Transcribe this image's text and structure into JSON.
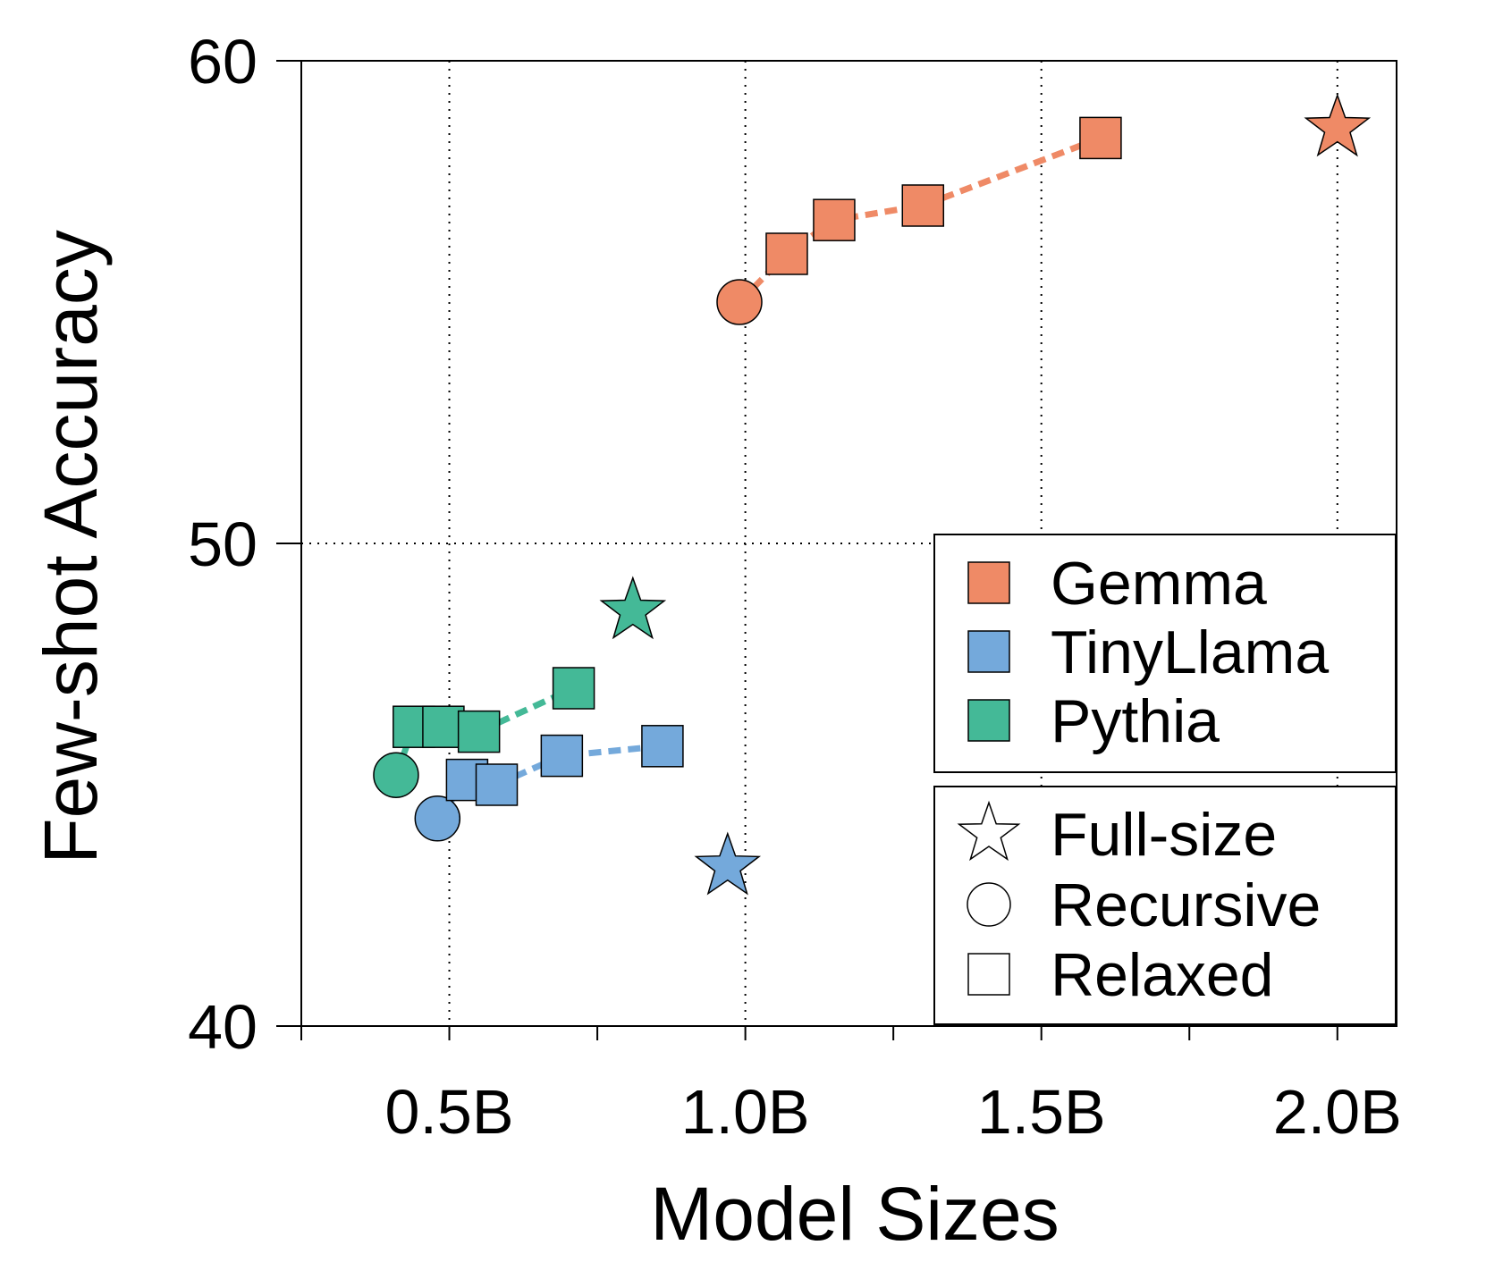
{
  "chart_data": {
    "type": "scatter",
    "xlabel": "Model Sizes",
    "ylabel": "Few-shot Accuracy",
    "xlim": [
      0.25,
      2.1
    ],
    "ylim": [
      40,
      60
    ],
    "x_ticks": [
      0.5,
      1.0,
      1.5,
      2.0
    ],
    "x_tick_labels": [
      "0.5B",
      "1.0B",
      "1.5B",
      "2.0B"
    ],
    "x_minor_ticks": [
      0.25,
      0.75,
      1.25,
      1.75
    ],
    "y_ticks": [
      40,
      50,
      60
    ],
    "y_tick_labels": [
      "40",
      "50",
      "60"
    ],
    "grid": true,
    "series": [
      {
        "name": "Gemma",
        "color": "#ef8a66",
        "full_size": {
          "x": 2.0,
          "y": 58.6
        },
        "recursive": {
          "x": 0.99,
          "y": 55.0
        },
        "relaxed": [
          {
            "x": 1.07,
            "y": 56.0
          },
          {
            "x": 1.15,
            "y": 56.7
          },
          {
            "x": 1.3,
            "y": 57.0
          },
          {
            "x": 1.6,
            "y": 58.4
          }
        ]
      },
      {
        "name": "TinyLlama",
        "color": "#74a9db",
        "full_size": {
          "x": 0.97,
          "y": 43.3
        },
        "recursive": {
          "x": 0.48,
          "y": 44.3
        },
        "relaxed": [
          {
            "x": 0.53,
            "y": 45.1
          },
          {
            "x": 0.58,
            "y": 45.0
          },
          {
            "x": 0.69,
            "y": 45.6
          },
          {
            "x": 0.86,
            "y": 45.8
          }
        ]
      },
      {
        "name": "Pythia",
        "color": "#44b997",
        "full_size": {
          "x": 0.81,
          "y": 48.6
        },
        "recursive": {
          "x": 0.41,
          "y": 45.2
        },
        "relaxed": [
          {
            "x": 0.44,
            "y": 46.2
          },
          {
            "x": 0.49,
            "y": 46.2
          },
          {
            "x": 0.55,
            "y": 46.1
          },
          {
            "x": 0.71,
            "y": 47.0
          }
        ]
      }
    ],
    "legend": {
      "placement": "bottom-right",
      "series_entries": [
        "Gemma",
        "TinyLlama",
        "Pythia"
      ],
      "marker_entries": [
        {
          "marker": "star",
          "label": "Full-size"
        },
        {
          "marker": "circle",
          "label": "Recursive"
        },
        {
          "marker": "square",
          "label": "Relaxed"
        }
      ]
    }
  }
}
